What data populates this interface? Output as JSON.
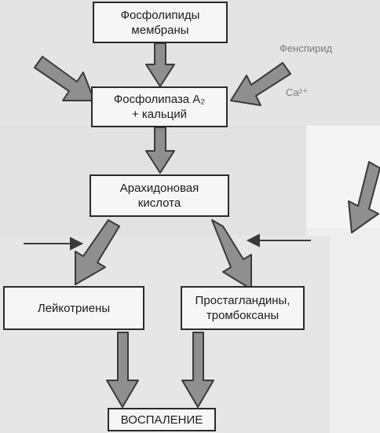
{
  "nodes": {
    "membrane_phospholipids": [
      "Фосфолипиды",
      "мембраны"
    ],
    "phospholipase": [
      "Фосфолипаза А₂",
      "+ кальций"
    ],
    "arachidonic_acid": [
      "Арахидоновая",
      "кислота"
    ],
    "leukotrienes": [
      "Лейкотриены"
    ],
    "prostaglandins": [
      "Простагландины,",
      "тромбоксаны"
    ],
    "inflammation": [
      "ВОСПАЛЕНИЕ"
    ]
  },
  "side_labels": {
    "fenspiride": "Фенспирид",
    "calcium": "Ca²⁺"
  },
  "colors": {
    "background": "#eeeeee",
    "shade": "#dcdcdc",
    "arrow_fill": "#8f8f8f",
    "arrow_stroke": "#3a3a3a",
    "box_border": "#2a2a2a"
  }
}
